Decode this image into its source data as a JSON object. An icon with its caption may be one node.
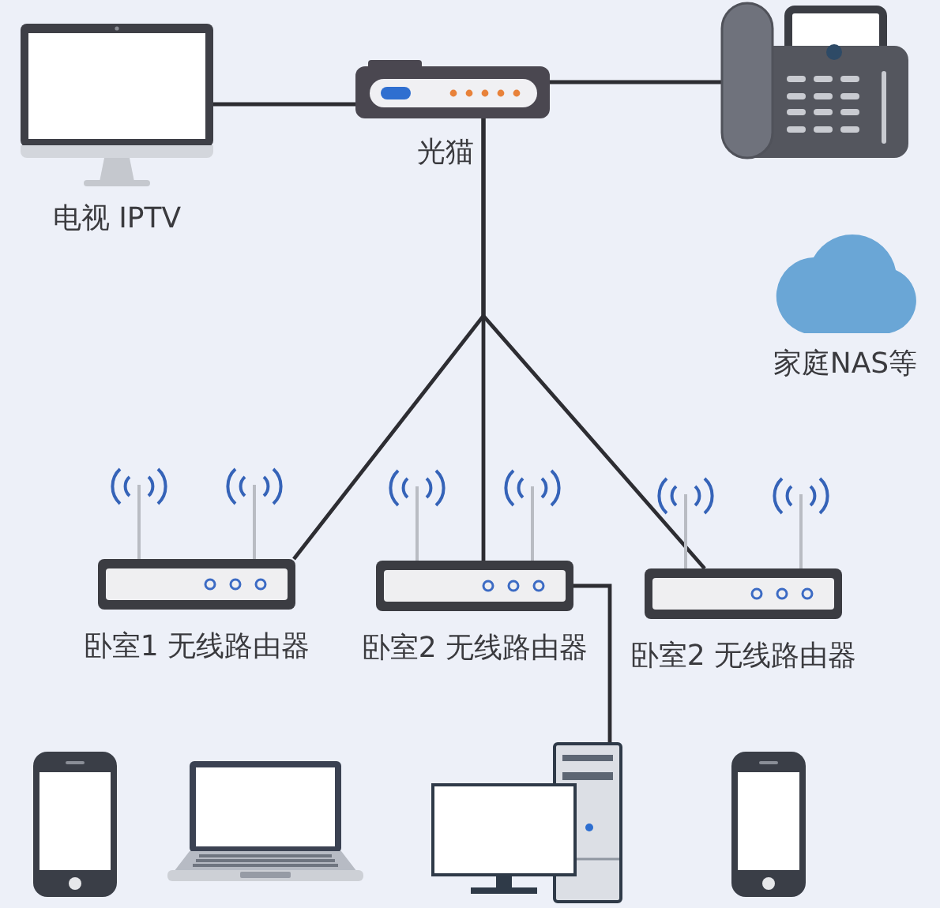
{
  "diagram": {
    "nodes": [
      {
        "text": [
          "电视 IPTV"
        ]
      },
      {
        "text": [
          "光猫"
        ]
      },
      {
        "text": [],
        "shape": "picture"
      },
      {
        "text": [
          "家庭NAS等"
        ]
      },
      {
        "text": [
          "卧室1 无线路由器"
        ]
      },
      {
        "text": [
          "卧室2 无线路由器"
        ]
      },
      {
        "text": [
          "卧室2 无线路由器"
        ]
      },
      {
        "text": [],
        "shape": "picture"
      },
      {
        "text": [],
        "shape": "picture"
      },
      {
        "text": [],
        "shape": "picture"
      },
      {
        "text": [],
        "shape": "picture"
      }
    ],
    "edges": [
      {
        "from": 0,
        "to": 1,
        "arrow": "none"
      },
      {
        "from": 1,
        "to": 2,
        "arrow": "none"
      },
      {
        "from": 1,
        "to": 4,
        "arrow": "none"
      },
      {
        "from": 1,
        "to": 5,
        "arrow": "none"
      },
      {
        "from": 1,
        "to": 6,
        "arrow": "none"
      },
      {
        "from": 5,
        "to": 9,
        "arrow": "none"
      }
    ]
  }
}
